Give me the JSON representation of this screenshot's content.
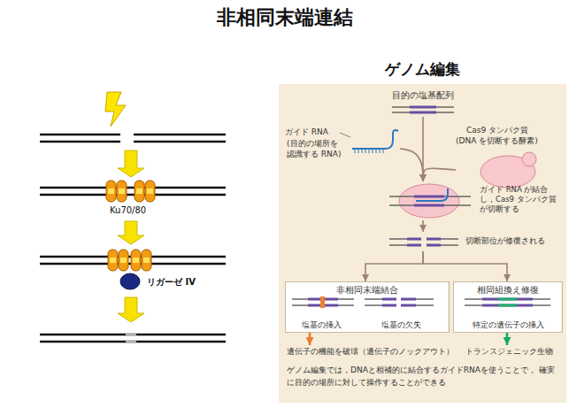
{
  "diagram": {
    "title": "非相同末端連結",
    "caption": "ゲノム編集では，DNAと相補的に結合するガイドRNAを使うことで， 確実に目的の場所に対して操作することができる",
    "nodes": [
      {
        "text": [
          "ゲノム編集"
        ]
      },
      {
        "text": [
          "目的の塩基配列"
        ],
        "in": 0
      },
      {
        "text": [
          "ガイド RNA",
          "(目的の場所を 認識する RNA)"
        ],
        "in": 0
      },
      {
        "text": [
          "Cas9 タンパク質",
          "(DNA を切断する酵素)"
        ],
        "in": 0
      },
      {
        "text": [
          "ガイド RNA が結合 し，Cas9 タンパク質 が切断する"
        ],
        "in": 0
      },
      {
        "text": [
          "切断部位が修復される"
        ],
        "in": 0
      },
      {
        "text": [
          "非相同末端結合",
          "塩基の挿入",
          "塩基の欠失"
        ],
        "in": 0
      },
      {
        "text": [
          "相同組換え修復",
          "特定の遺伝子の挿入"
        ],
        "in": 0
      },
      {
        "text": [
          "遺伝子の機能を破壊（遺伝子のノックアウト）"
        ],
        "in": 0
      },
      {
        "text": [
          "トランスジェニック生物"
        ],
        "in": 0
      }
    ],
    "edges": [
      {
        "from": 1,
        "to": 4,
        "arrow": "to"
      },
      {
        "from": 2,
        "to": 4,
        "arrow": "to"
      },
      {
        "from": 3,
        "to": 4,
        "arrow": "to"
      },
      {
        "from": 4,
        "to": 5,
        "arrow": "to"
      },
      {
        "from": 5,
        "to": 6,
        "arrow": "to"
      },
      {
        "from": 5,
        "to": 7,
        "arrow": "to"
      },
      {
        "from": 6,
        "to": 8,
        "arrow": "to"
      },
      {
        "from": 7,
        "to": 9,
        "arrow": "to"
      }
    ],
    "labels": [
      "Ku70/80",
      "リガーゼ IV"
    ]
  }
}
